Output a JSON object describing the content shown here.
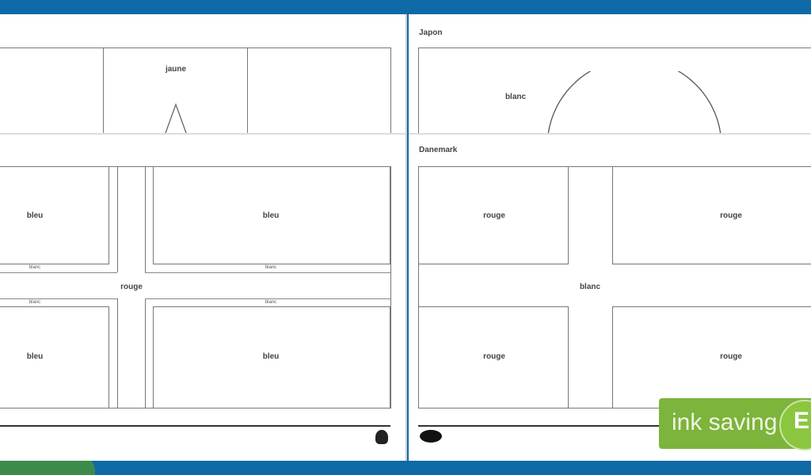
{
  "left_top_sheet": {
    "label": "jaune"
  },
  "right_top_sheet": {
    "title": "Japon",
    "label": "blanc"
  },
  "left_bottom_sheet": {
    "quadrants": [
      "bleu",
      "bleu",
      "bleu",
      "bleu"
    ],
    "cross": "rouge",
    "borders": [
      "blanc",
      "blanc",
      "blanc",
      "blanc"
    ]
  },
  "right_bottom_sheet": {
    "title": "Danemark",
    "quadrants": [
      "rouge",
      "rouge",
      "rouge",
      "rouge"
    ],
    "cross": "blanc"
  },
  "badge": {
    "text": "ink saving",
    "letter": "E",
    "color": "#7db43c"
  }
}
